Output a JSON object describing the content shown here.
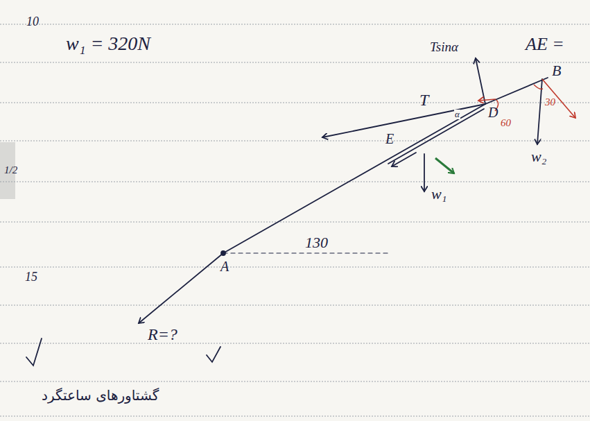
{
  "diagram": {
    "labels": [
      "10",
      "w₁ = 320N",
      "Tsinα",
      "AE =",
      "T",
      "B",
      "D",
      "60",
      "30",
      "E",
      "α",
      "w₂",
      "1/2",
      "w₁",
      "130",
      "15",
      "A",
      "R=?",
      "گشتاورهای ساعتگرد"
    ]
  }
}
